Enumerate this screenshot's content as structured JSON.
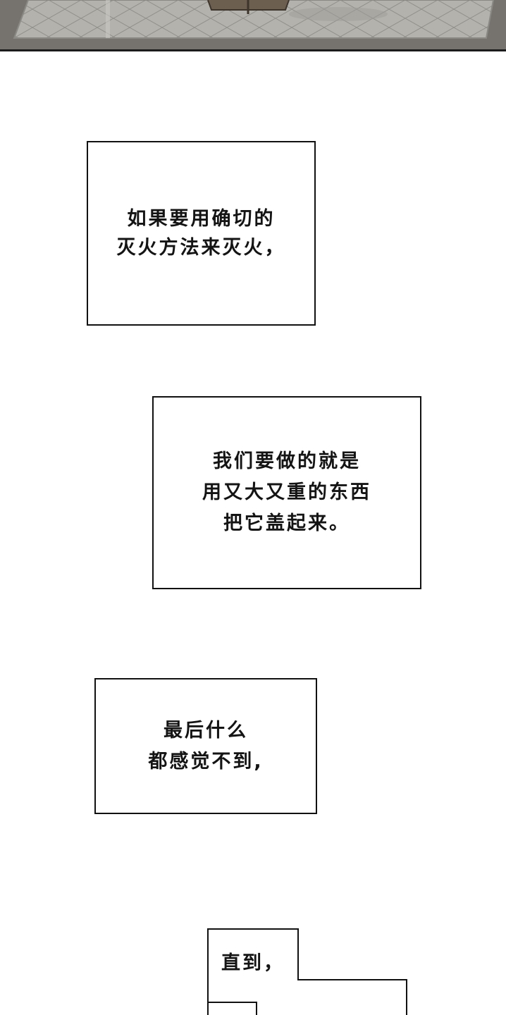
{
  "captions": [
    {
      "lines": [
        "如果要用确切的",
        "灭火方法来灭火，"
      ]
    },
    {
      "lines": [
        "我们要做的就是",
        "用又大又重的东西",
        "把它盖起来。"
      ]
    },
    {
      "lines": [
        "最后什么",
        "都感觉不到,"
      ]
    },
    {
      "lines": [
        "直到，"
      ]
    }
  ],
  "colors": {
    "panel_floor": "#7a7772",
    "rug": "#a9a8a3",
    "ink": "#141414"
  }
}
